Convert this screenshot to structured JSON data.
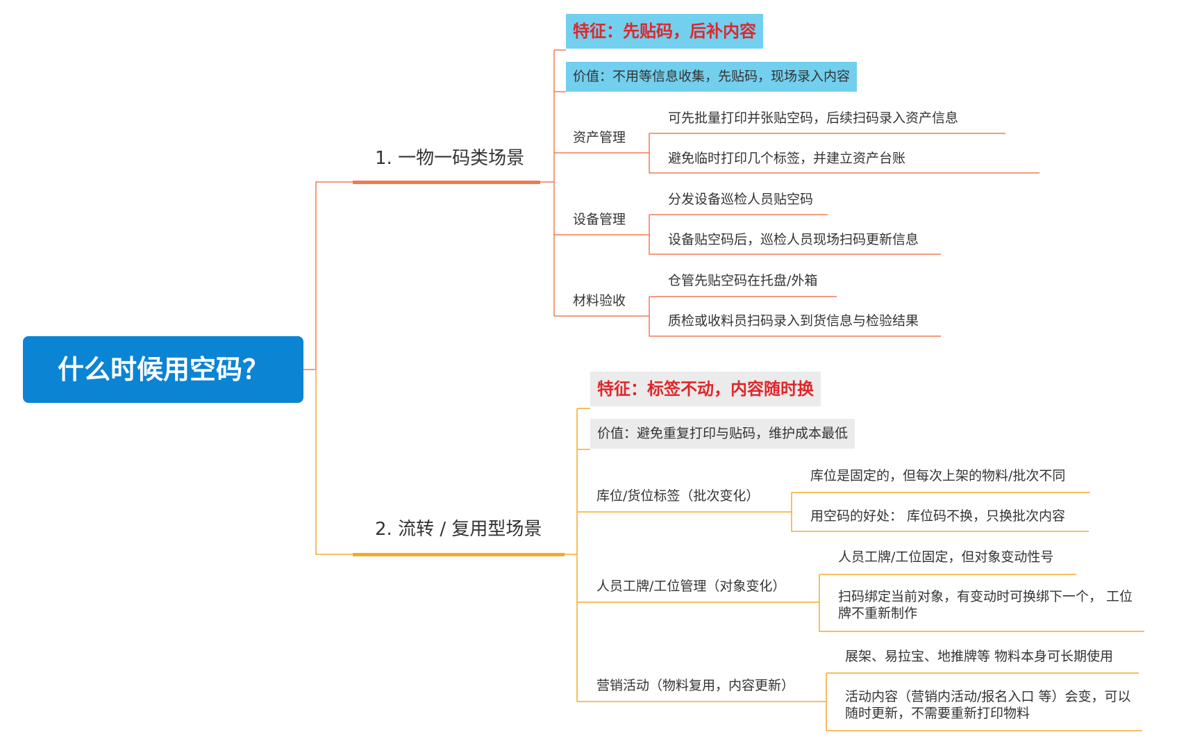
{
  "colors": {
    "root_bg": "#0b84d4",
    "branch1": "#f07a50",
    "branch2": "#f5a92b",
    "feature_text": "#e0262a",
    "feature1_bg": "#72cfee",
    "feature2_bg": "#ebebeb"
  },
  "root": {
    "title": "什么时候用空码？"
  },
  "branches": [
    {
      "title": "1. 一物一码类场景",
      "feature": "特征：先贴码，后补内容",
      "value": "价值：不用等信息收集，先贴码，现场录入内容",
      "categories": [
        {
          "label": "资产管理",
          "items": [
            "可先批量打印并张贴空码，后续扫码录入资产信息",
            "避免临时打印几个标签，并建立资产台账"
          ]
        },
        {
          "label": "设备管理",
          "items": [
            "分发设备巡检人员贴空码",
            "设备贴空码后，巡检人员现场扫码更新信息"
          ]
        },
        {
          "label": "材料验收",
          "items": [
            "仓管先贴空码在托盘/外箱",
            "质检或收料员扫码录入到货信息与检验结果"
          ]
        }
      ]
    },
    {
      "title": "2. 流转 / 复用型场景",
      "feature": "特征：标签不动，内容随时换",
      "value": "价值：避免重复打印与贴码，维护成本最低",
      "categories": [
        {
          "label": "库位/货位标签（批次变化）",
          "items": [
            "库位是固定的，但每次上架的物料/批次不同",
            "用空码的好处： 库位码不换，只换批次内容"
          ]
        },
        {
          "label": "人员工牌/工位管理（对象变化）",
          "items": [
            "人员工牌/工位固定，但对象变动性号",
            "扫码绑定当前对象，有变动时可换绑下一个， 工位牌不重新制作"
          ]
        },
        {
          "label": "营销活动（物料复用，内容更新）",
          "items": [
            "展架、易拉宝、地推牌等 物料本身可长期使用",
            "活动内容（营销内活动/报名入口 等）会变，可以随时更新，不需要重新打印物料"
          ]
        }
      ]
    }
  ]
}
